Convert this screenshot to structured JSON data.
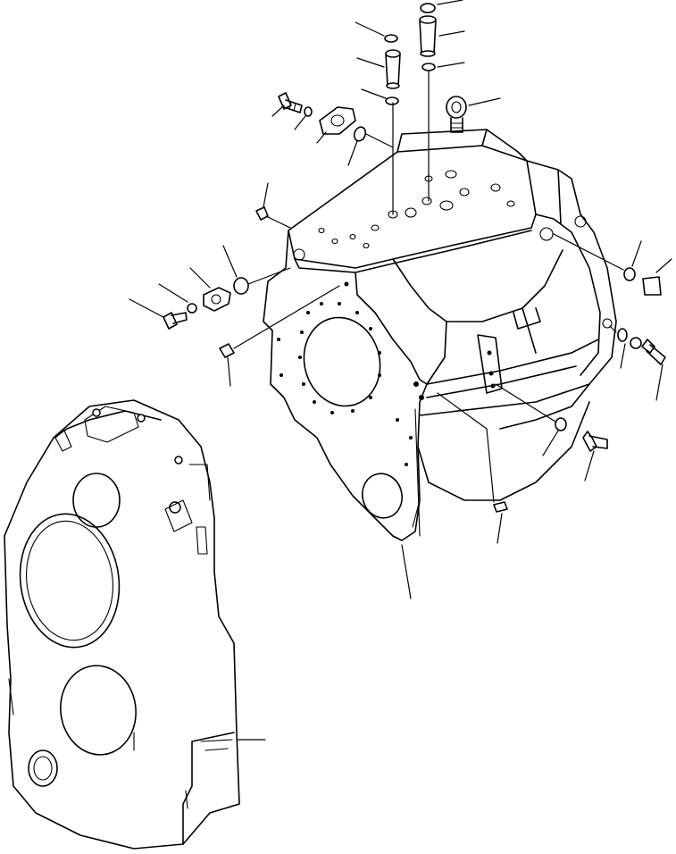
{
  "diagram": {
    "kind": "exploded-parts-view",
    "background": "#ffffff",
    "line_color": "#000000",
    "parts": [
      "transmission-case",
      "front-cover",
      "oring",
      "pipe",
      "bolt",
      "washer",
      "flange",
      "eye-bolt",
      "plug",
      "grease-fitting"
    ]
  }
}
